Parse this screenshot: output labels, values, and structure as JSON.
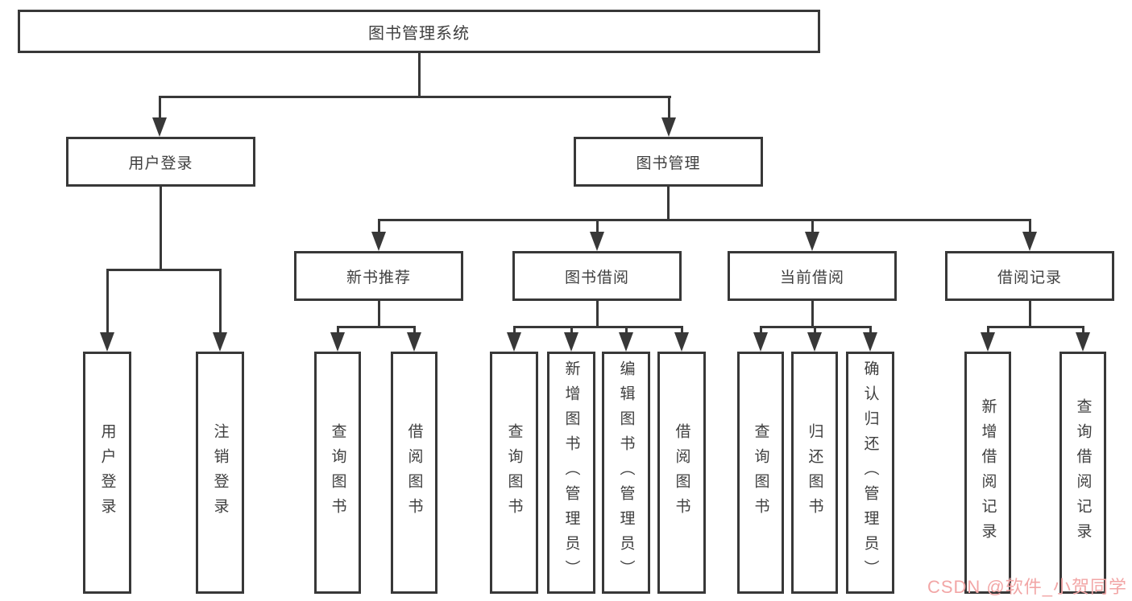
{
  "colors": {
    "line": "#383838",
    "text": "#3f3f3f",
    "watermark": "#f2a6a6",
    "background": "#ffffff"
  },
  "nodes": {
    "root": {
      "label": "图书管理系统"
    },
    "user_login": {
      "label": "用户登录"
    },
    "book_mgmt": {
      "label": "图书管理"
    },
    "new_book_rec": {
      "label": "新书推荐"
    },
    "book_borrow": {
      "label": "图书借阅"
    },
    "current_borrow": {
      "label": "当前借阅"
    },
    "borrow_records": {
      "label": "借阅记录"
    },
    "leaf_user_login": {
      "label": "用户登录"
    },
    "leaf_logout": {
      "label": "注销登录"
    },
    "leaf_rec_query": {
      "label": "查询图书"
    },
    "leaf_rec_borrow": {
      "label": "借阅图书"
    },
    "leaf_bb_query": {
      "label": "查询图书"
    },
    "leaf_bb_add": {
      "label": "新增图书（管理员）"
    },
    "leaf_bb_edit": {
      "label": "编辑图书（管理员）"
    },
    "leaf_bb_borrow": {
      "label": "借阅图书"
    },
    "leaf_cur_query": {
      "label": "查询图书"
    },
    "leaf_cur_return": {
      "label": "归还图书"
    },
    "leaf_cur_confirm": {
      "label": "确认归还（管理员）"
    },
    "leaf_hist_add": {
      "label": "新增借阅记录"
    },
    "leaf_hist_query": {
      "label": "查询借阅记录"
    }
  },
  "watermark": {
    "text": "CSDN @软件_小贺同学"
  }
}
